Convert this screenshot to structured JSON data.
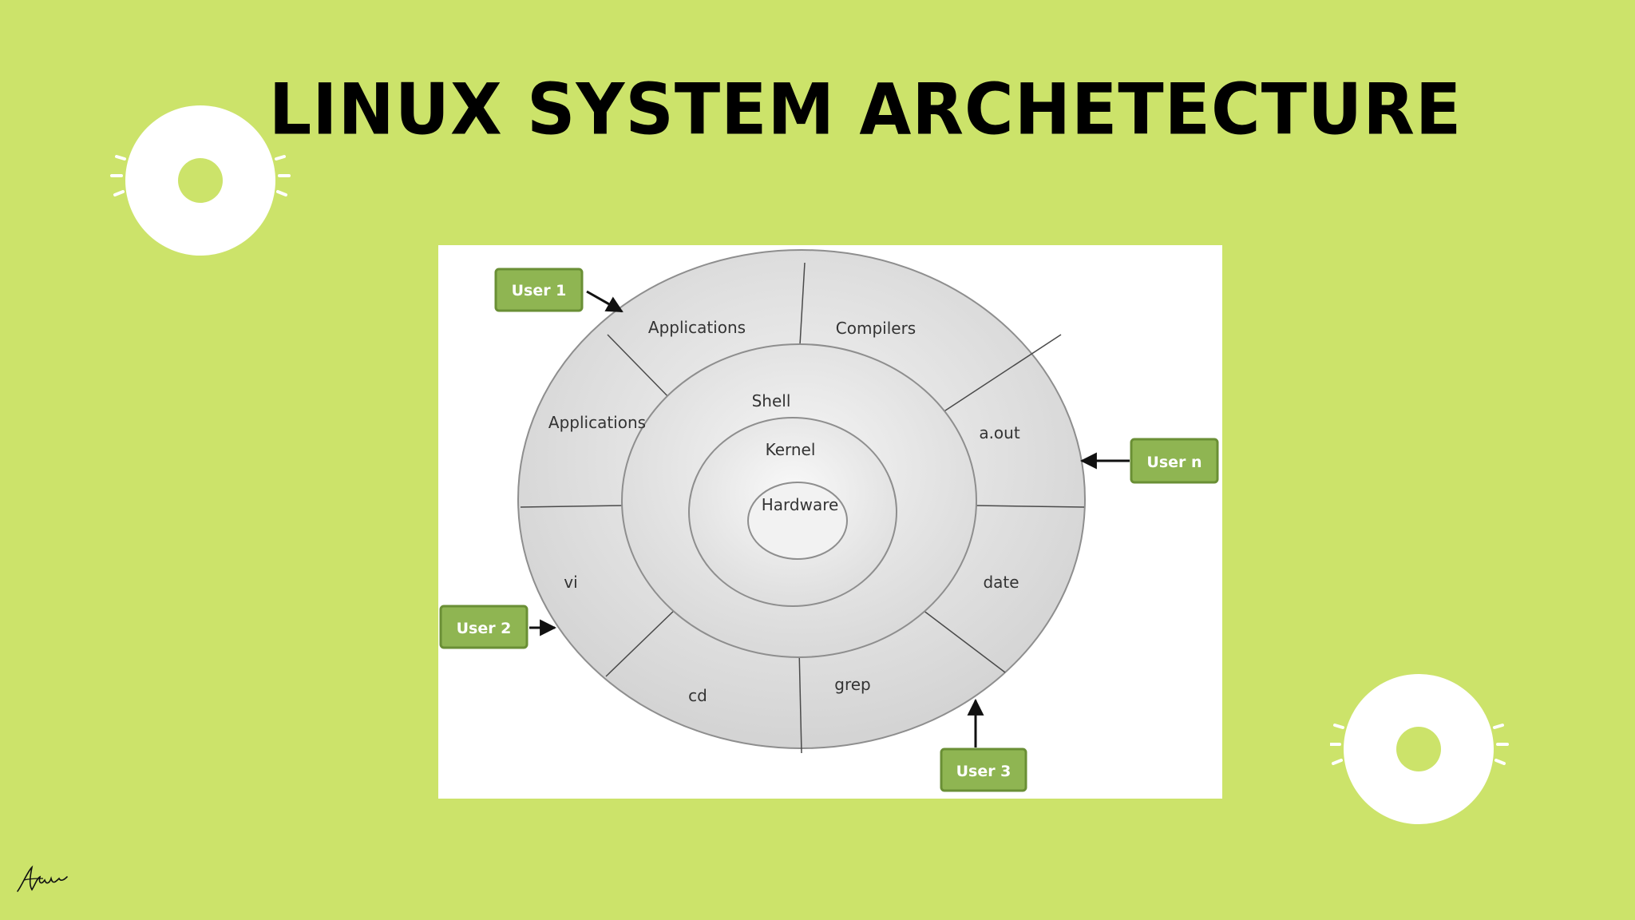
{
  "title": "LINUX SYSTEM ARCHETECTURE",
  "diagram": {
    "layers": {
      "hardware": "Hardware",
      "kernel": "Kernel",
      "shell": "Shell"
    },
    "segments": {
      "applications_top": "Applications",
      "compilers": "Compilers",
      "applications_left": "Applications",
      "a_out": "a.out",
      "vi": "vi",
      "date": "date",
      "cd": "cd",
      "grep": "grep"
    },
    "users": {
      "user1": "User 1",
      "user2": "User 2",
      "user3": "User 3",
      "usern": "User n"
    }
  },
  "colors": {
    "background": "#cce36a",
    "user_box": "#8fb552",
    "user_box_border": "#6a8f35",
    "deco": "#ffffff"
  },
  "icons": {
    "decoration": "donut-icon",
    "signature": "signature-mark"
  }
}
